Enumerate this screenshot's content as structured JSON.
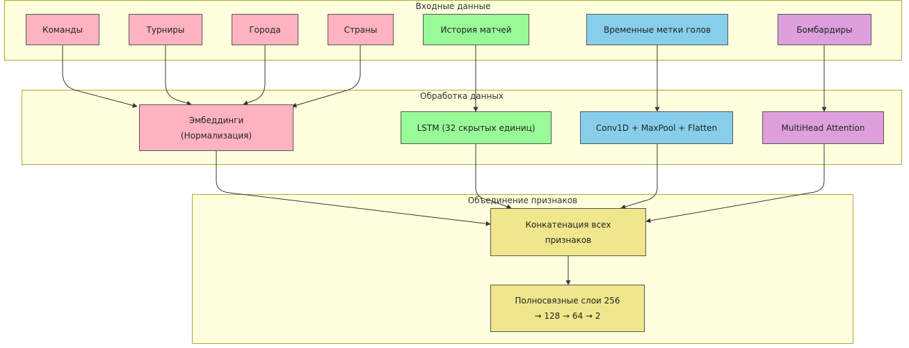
{
  "groups": {
    "input": "Входные данные",
    "processing": "Обработка данных",
    "fusion": "Объединение признаков"
  },
  "nodes": {
    "teams": "Команды",
    "tournaments": "Турниры",
    "cities": "Города",
    "countries": "Страны",
    "match_history": "История матчей",
    "goal_timestamps": "Временные метки голов",
    "scorers": "Бомбардиры",
    "embeddings": "Эмбеддинги\n(Нормализация)",
    "lstm": "LSTM (32 скрытых единиц)",
    "conv": "Conv1D + MaxPool + Flatten",
    "attention": "MultiHead Attention",
    "concat": "Конкатенация всех\nпризнаков",
    "dense": "Полносвязные слои 256\n→ 128 → 64 → 2"
  },
  "colors": {
    "categorical": "#ffb3c1",
    "sequence": "#98fb98",
    "temporal": "#87ceeb",
    "attention": "#dda0dd",
    "fusion": "#f0e68c",
    "group_fill": "#ffffde",
    "group_border": "#aaaa33"
  }
}
